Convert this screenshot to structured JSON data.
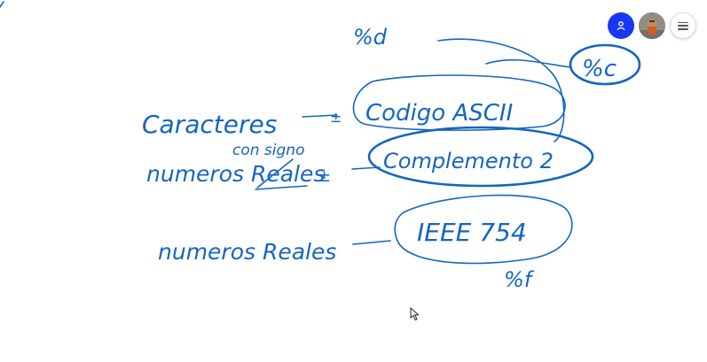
{
  "colors": {
    "ink": "#1565c0",
    "user_button": "#1a36f5",
    "avatar_bg": "#8d8f84",
    "background": "#ffffff"
  },
  "toolbar": {
    "user_icon": "person-icon",
    "avatar_icon": "user-avatar",
    "menu_icon": "hamburger-menu-icon"
  },
  "whiteboard": {
    "row1_label": "Caracteres",
    "row1_sign": "±",
    "row1_target": "Codigo ASCII",
    "row2_label": "numeros Reales",
    "row2_annotation": "con signo",
    "row2_sign": "±",
    "row2_target": "Complemento 2",
    "row3_label": "numeros Reales",
    "row3_target": "IEEE 754",
    "fmt_top": "%d",
    "fmt_right": "%c",
    "fmt_bottom": "%f"
  }
}
